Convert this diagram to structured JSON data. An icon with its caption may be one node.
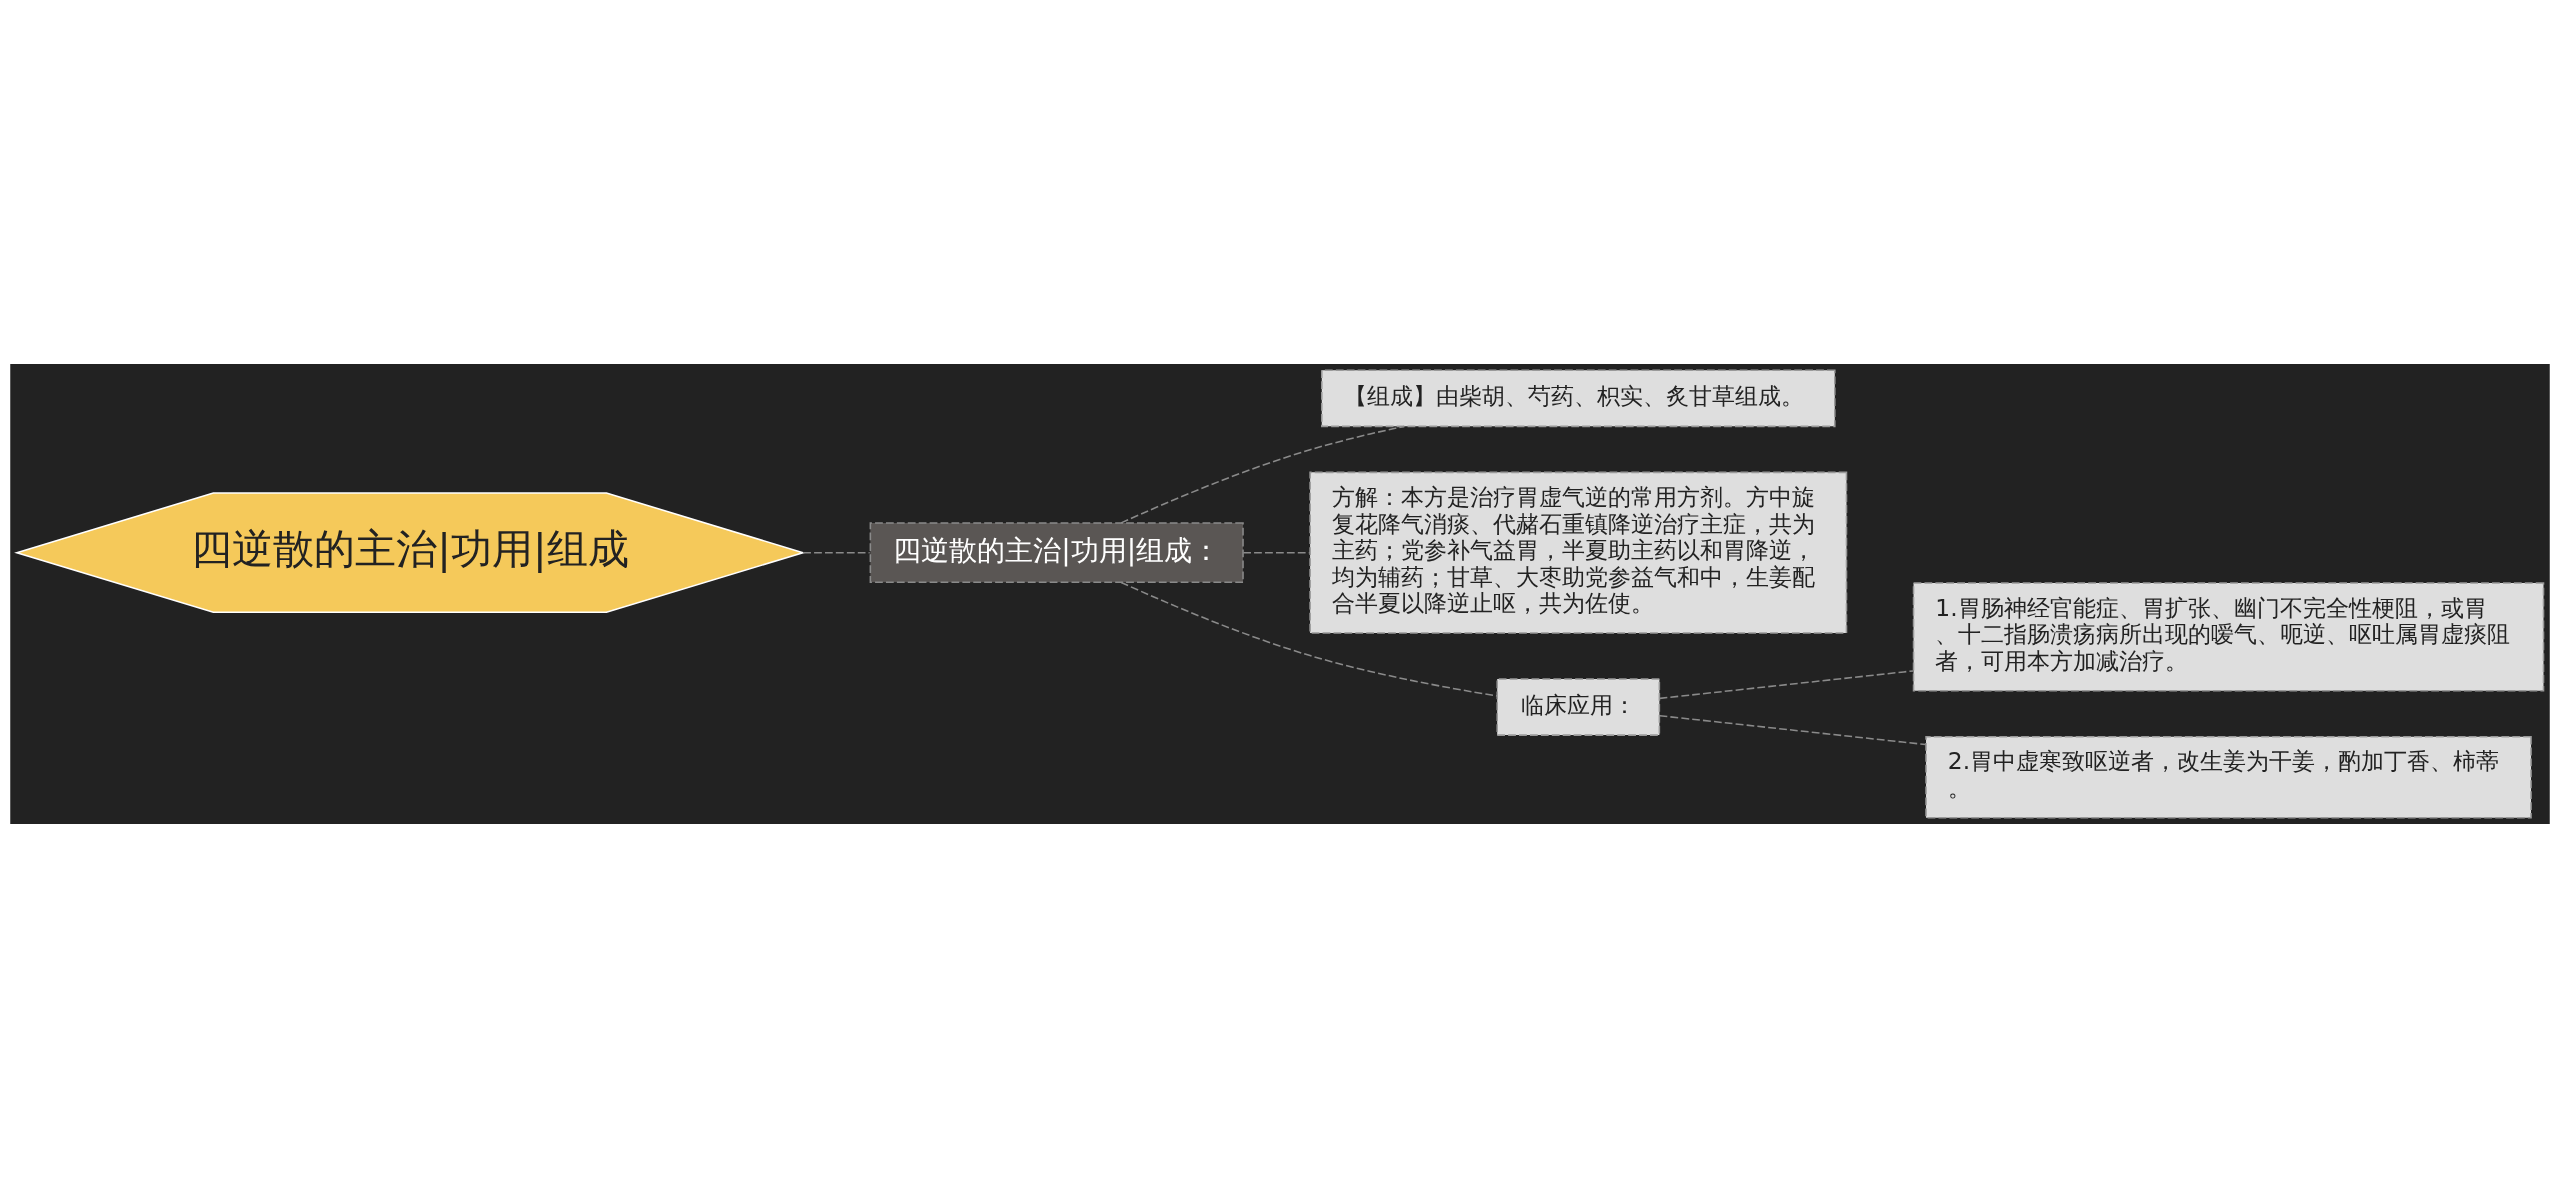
{
  "diagram": {
    "nodes": [
      {
        "text": [
          "四逆散的主治|功用|组成"
        ]
      },
      {
        "text": [
          "四逆散的主治|功用|组成："
        ]
      },
      {
        "text": [
          "【组成】由柴胡、芍药、枳实、炙甘草组成。"
        ]
      },
      {
        "text": [
          "方解：本方是治疗胃虚气逆的常用方剂。方中旋复花降气消痰、代赭石重镇降逆治疗主症，共为主药；党参补气益胃，半夏助主药以和胃降逆，均为辅药；甘草、大枣助党参益气和中，生姜配合半夏以降逆止呕，共为佐使。"
        ]
      },
      {
        "text": [
          "临床应用："
        ]
      },
      {
        "text": [
          "1.胃肠神经官能症、胃扩张、幽门不完全性梗阻，或胃、十二指肠溃疡病所出现的嗳气、呃逆、呕吐属胃虚痰阻者，可用本方加减治疗。"
        ]
      },
      {
        "text": [
          "2.胃中虚寒致呕逆者，改生姜为干姜，酌加丁香、柿蒂。"
        ]
      }
    ],
    "edges": [
      {
        "from": 0,
        "to": 1,
        "arrow": "none",
        "style": "dashed"
      },
      {
        "from": 1,
        "to": 2,
        "arrow": "none",
        "style": "dashed"
      },
      {
        "from": 1,
        "to": 3,
        "arrow": "none",
        "style": "dashed"
      },
      {
        "from": 1,
        "to": 4,
        "arrow": "none",
        "style": "dashed"
      },
      {
        "from": 4,
        "to": 5,
        "arrow": "none",
        "style": "dashed"
      },
      {
        "from": 4,
        "to": 6,
        "arrow": "none",
        "style": "dashed"
      }
    ]
  }
}
